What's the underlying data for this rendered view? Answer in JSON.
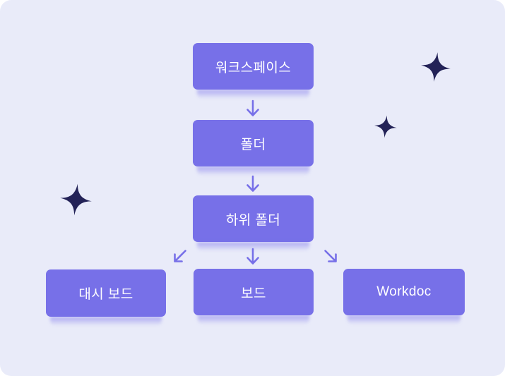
{
  "diagram": {
    "title_hint": "workspace-hierarchy-flowchart",
    "nodes": {
      "workspace": {
        "label": "워크스페이스"
      },
      "folder": {
        "label": "폴더"
      },
      "subfolder": {
        "label": "하위 폴더"
      },
      "dashboard": {
        "label": "대시 보드"
      },
      "board": {
        "label": "보드"
      },
      "workdoc": {
        "label": "Workdoc"
      }
    },
    "edges": [
      {
        "from": "workspace",
        "to": "folder",
        "direction": "down"
      },
      {
        "from": "folder",
        "to": "subfolder",
        "direction": "down"
      },
      {
        "from": "subfolder",
        "to": "dashboard",
        "direction": "down-left"
      },
      {
        "from": "subfolder",
        "to": "board",
        "direction": "down"
      },
      {
        "from": "subfolder",
        "to": "workdoc",
        "direction": "down-right"
      }
    ],
    "decorations": {
      "stars": [
        {
          "name": "sparkle-large-right",
          "points": 4
        },
        {
          "name": "sparkle-small-right",
          "points": 4
        },
        {
          "name": "sparkle-medium-left",
          "points": 4
        }
      ]
    }
  },
  "colors": {
    "page": "#ffffff",
    "canvas": "#e9ebf9",
    "node_fill": "#7770e8",
    "node_text": "#ffffff",
    "arrow": "#7770e8",
    "star": "#232257"
  }
}
